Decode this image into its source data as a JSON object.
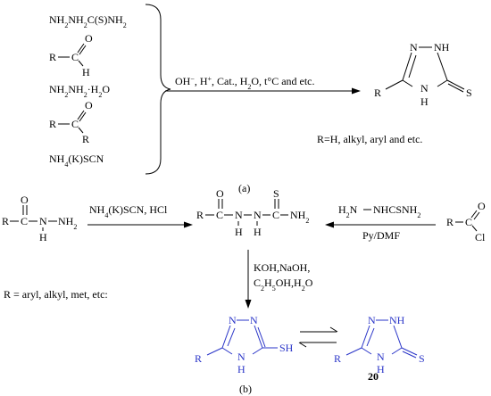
{
  "panel_a": {
    "reagents": {
      "thiosemicarbazide": [
        "NH",
        "2",
        "NH",
        "2",
        "C(S)NH",
        "2"
      ],
      "aldehyde": {
        "r": "R",
        "c": "C",
        "o": "O",
        "h": "H"
      },
      "hydrazine_hydrate": [
        "NH",
        "2",
        "NH",
        "2",
        "·H",
        "2",
        "O"
      ],
      "ketone": {
        "r": "R",
        "c": "C",
        "o": "O",
        "r2": "R"
      },
      "thiocyanate": [
        "NH",
        "4",
        "(K)SCN"
      ]
    },
    "conditions": [
      "OH",
      "−",
      ", H",
      "+",
      ", Cat., H",
      "2",
      "O, t°C and etc."
    ],
    "product": {
      "n1": "N",
      "nh": "NH",
      "r": "R",
      "nh_ring": "N",
      "h": "H",
      "s": "S"
    },
    "r_groups": "R=H, alkyl, aryl and etc.",
    "label": "(a)"
  },
  "panel_b": {
    "hydrazide": {
      "r": "R",
      "c": "C",
      "o": "O",
      "n": "N",
      "h": "H",
      "nh2": [
        "NH",
        "2"
      ]
    },
    "top_reagent": [
      "NH",
      "4",
      "(K)SCN, HCl"
    ],
    "acylthiosemicarbazide": {
      "r": "R",
      "c1": "C",
      "o": "O",
      "n1": "N",
      "n2": "N",
      "h1": "H",
      "h2": "H",
      "c2": "C",
      "s": "S",
      "nh2": [
        "NH",
        "2"
      ]
    },
    "right_reagent": [
      "H",
      "2",
      "N",
      "NHCSNH",
      "2"
    ],
    "right_conditions": "Py/DMF",
    "acyl_chloride": {
      "r": "R",
      "c": "C",
      "o": "O",
      "cl": "Cl"
    },
    "down_conditions_1": "KOH,NaOH,",
    "down_conditions_2": [
      "C",
      "2",
      "H",
      "5",
      "OH,H",
      "2",
      "O"
    ],
    "r_groups": "R = aryl, alkyl, met, etc:",
    "thiol": {
      "n1": "N",
      "n2": "N",
      "r": "R",
      "n3": "N",
      "h": "H",
      "sh": "SH"
    },
    "thione": {
      "n1": "N",
      "nh": "NH",
      "r": "R",
      "n3": "N",
      "h": "H",
      "s": "S"
    },
    "compound_number": "20",
    "label": "(b)"
  }
}
